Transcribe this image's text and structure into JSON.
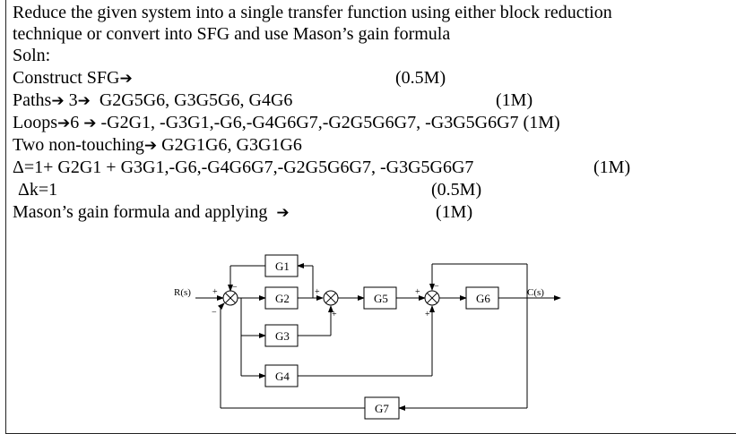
{
  "arrow_glyph": "➔",
  "lines": {
    "l1": "Reduce the given system into a single transfer function using either block reduction",
    "l2": "technique or convert into SFG and use Mason’s gain formula",
    "l3": "Soln:",
    "l4a": "Construct SFG",
    "l4m": "(0.5M)",
    "l5a": "Paths",
    "l5b": "3",
    "l5c": "G2G5G6,  G3G5G6,  G4G6",
    "l5m": "(1M)",
    "l6a": "Loops",
    "l6b": "6",
    "l6c": "-G2G1, -G3G1,-G6,-G4G6G7,-G2G5G6G7, -G3G5G6G7 (1M)",
    "l7a": "Two non-touching",
    "l7b": "G2G1G6, G3G1G6",
    "l8a": "Δ=1+ G2G1 + G3G1,-G6,-G4G6G7,-G2G5G6G7, -G3G5G6G7",
    "l8m": "(1M)",
    "l9a": "Δk=1",
    "l9m": "(0.5M)",
    "l10a": "Mason’s gain formula and applying",
    "l10m": "(1M)"
  },
  "diagram": {
    "input_label": "R(s)",
    "output_label": "C(s)",
    "blocks": {
      "g1": "G1",
      "g2": "G2",
      "g3": "G3",
      "g4": "G4",
      "g5": "G5",
      "g6": "G6",
      "g7": "G7"
    },
    "signs": {
      "plus": "+",
      "minus": "−"
    }
  }
}
